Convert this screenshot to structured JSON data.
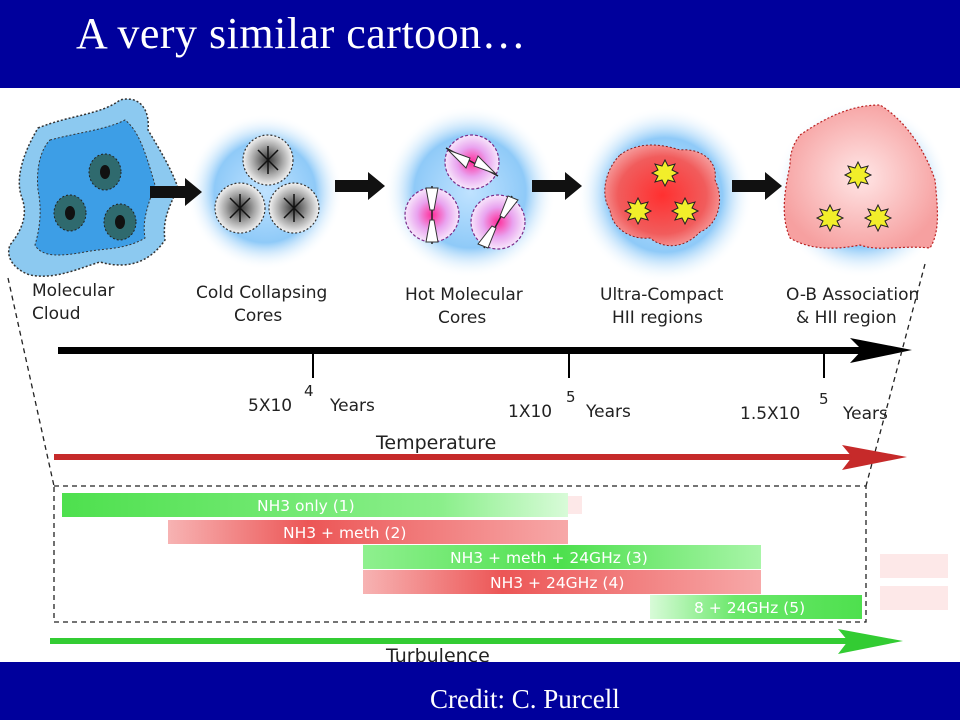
{
  "slide": {
    "title": "A very similar cartoon…",
    "credit": "Credit: C. Purcell"
  },
  "stages": [
    {
      "line1": "Molecular",
      "line2": "Cloud"
    },
    {
      "line1": "Cold Collapsing",
      "line2": "Cores"
    },
    {
      "line1": "Hot Molecular",
      "line2": "Cores"
    },
    {
      "line1": "Ultra-Compact",
      "line2": "HII regions"
    },
    {
      "line1": "O-B Association",
      "line2": "& HII region"
    }
  ],
  "timeline": {
    "ticks": [
      {
        "mantissa": "5X10",
        "exponent": "4",
        "unit": "Years"
      },
      {
        "mantissa": "1X10",
        "exponent": "5",
        "unit": "Years"
      },
      {
        "mantissa": "1.5X10",
        "exponent": "5",
        "unit": "Years"
      }
    ]
  },
  "temperature": {
    "label": "Temperature"
  },
  "turbulence": {
    "label": "Turbulence"
  },
  "bars": [
    {
      "label": "NH3 only (1)",
      "color": "green"
    },
    {
      "label": "NH3 + meth (2)",
      "color": "red"
    },
    {
      "label": "NH3 + meth + 24GHz (3)",
      "color": "green"
    },
    {
      "label": "NH3 + 24GHz (4)",
      "color": "red"
    },
    {
      "label": "8 + 24GHz (5)",
      "color": "green"
    }
  ],
  "colors": {
    "title_bar": "#00009c",
    "timeline_arrow": "#000000",
    "temperature_arrow": "#cc2222",
    "turbulence_arrow": "#33cc33"
  }
}
